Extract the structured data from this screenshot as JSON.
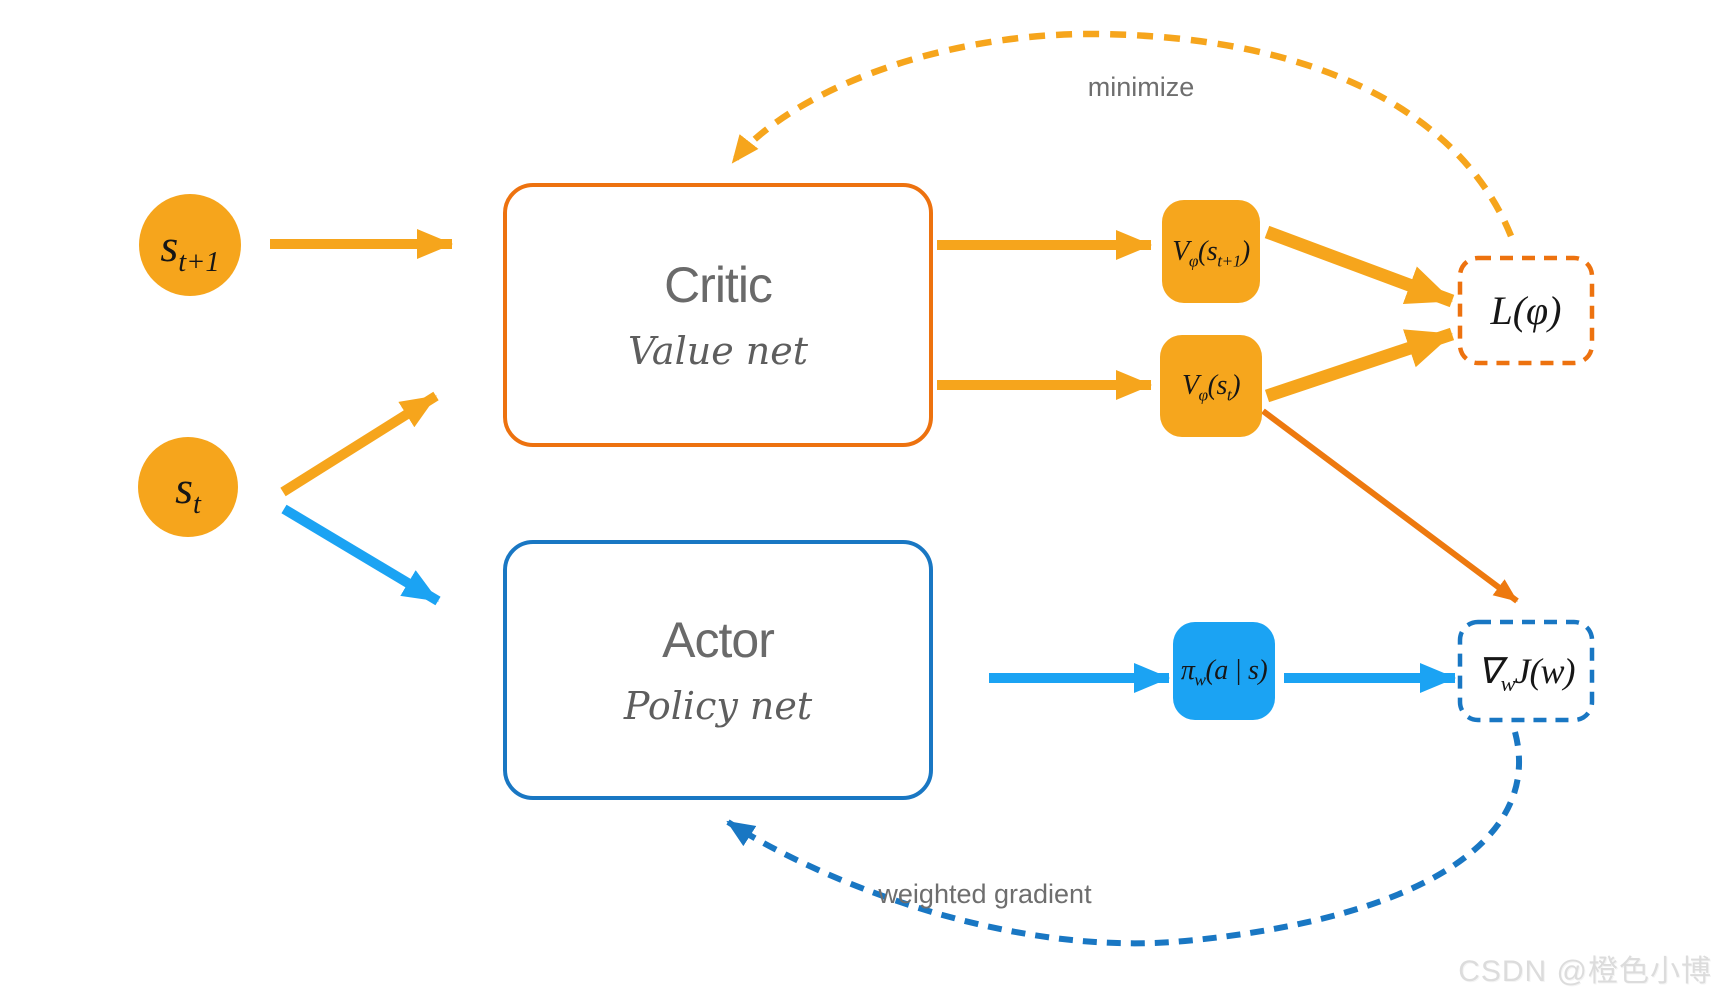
{
  "diagram": {
    "nodes": {
      "state_next": {
        "base": "s",
        "sub": "t+1"
      },
      "state_t": {
        "base": "s",
        "sub": "t"
      },
      "critic": {
        "title": "Critic",
        "subtitle": "Value net"
      },
      "actor": {
        "title": "Actor",
        "subtitle": "Policy net"
      },
      "v_next": {
        "pre": "V",
        "sub1": "φ",
        "mid": "(s",
        "sub2": "t+1",
        "post": ")"
      },
      "v_t": {
        "pre": "V",
        "sub1": "φ",
        "mid": "(s",
        "sub2": "t",
        "post": ")"
      },
      "policy": {
        "pre": "π",
        "sub1": "w",
        "mid": "(a | s)",
        "post": ""
      },
      "loss": {
        "text": "L(φ)"
      },
      "grad": {
        "pre": "∇",
        "sub1": "w",
        "mid": "J(w)",
        "post": ""
      }
    },
    "edge_labels": {
      "minimize": "minimize",
      "weighted_gradient": "weighted gradient"
    },
    "watermark": "CSDN @橙色小博",
    "colors": {
      "amber": "#F6A51C",
      "orange_stroke": "#ED720F",
      "blue_fill": "#1BA3F3",
      "blue_stroke": "#1977C3",
      "gray_text": "#6A6A6A",
      "math_text": "#161616",
      "watermark_gray": "#DCDCDC"
    }
  }
}
